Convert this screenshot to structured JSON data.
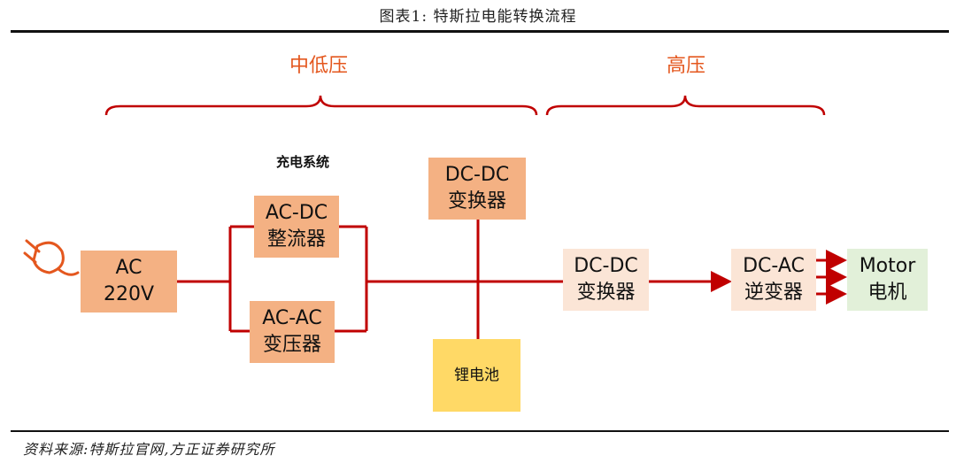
{
  "figure": {
    "title": "图表1:   特斯拉电能转换流程",
    "source": "资料来源:特斯拉官网,方正证券研究所"
  },
  "regions": {
    "mid_low_voltage": "中低压",
    "high_voltage": "高压"
  },
  "charging_system_label": "充电系统",
  "nodes": {
    "ac_source": {
      "line1": "AC",
      "line2": "220V"
    },
    "ac_dc_rectifier": {
      "line1": "AC-DC",
      "line2": "整流器"
    },
    "ac_ac_transformer": {
      "line1": "AC-AC",
      "line2": "变压器"
    },
    "dc_dc_upper": {
      "line1": "DC-DC",
      "line2": "变换器"
    },
    "battery": {
      "label": "锂电池"
    },
    "dc_dc_main": {
      "line1": "DC-DC",
      "line2": "变换器"
    },
    "dc_ac_inverter": {
      "line1": "DC-AC",
      "line2": "逆变器"
    },
    "motor": {
      "line1": "Motor",
      "line2": "电机"
    }
  },
  "colors": {
    "accent_orange": "#E4571E",
    "line_red": "#C00000",
    "box_orange": "#F4B183",
    "box_light": "#FBE5D6",
    "box_green": "#E2F0D9",
    "box_yellow": "#FFD966"
  },
  "icons": {
    "plug": "plug-icon"
  }
}
